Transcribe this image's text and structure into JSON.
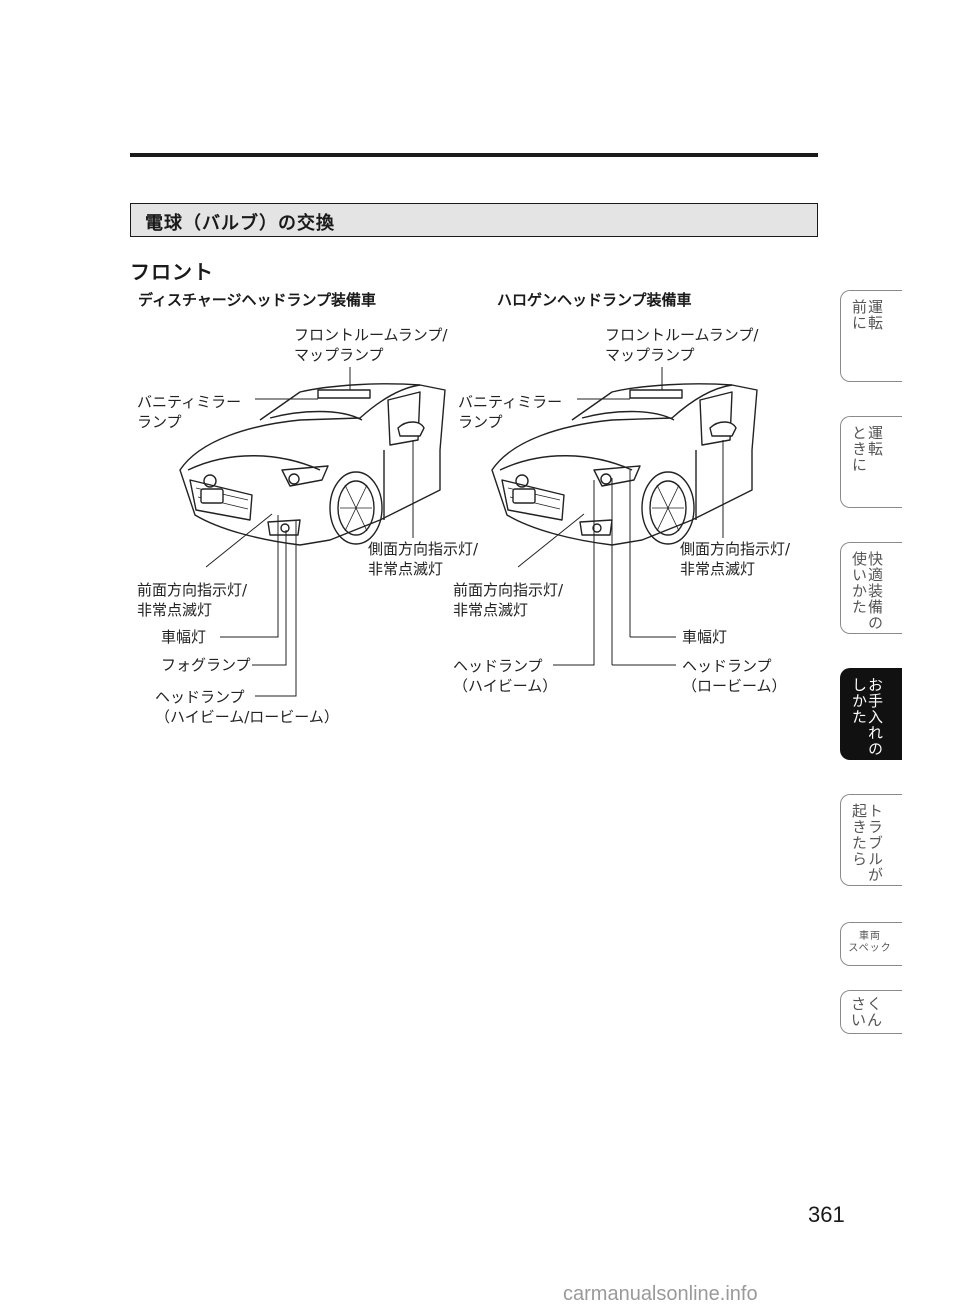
{
  "section_title": "電球（バルブ）の交換",
  "sub_heading": "フロント",
  "left_diagram": {
    "heading": "ディスチャージヘッドランプ装備車",
    "labels": {
      "room_lamp": "フロントルームランプ/\nマップランプ",
      "vanity": "バニティミラー\nランプ",
      "side_turn": "側面方向指示灯/\n非常点滅灯",
      "front_turn": "前面方向指示灯/\n非常点滅灯",
      "position": "車幅灯",
      "fog": "フォグランプ",
      "headlamp": "ヘッドランプ\n（ハイビーム/ロービーム）"
    }
  },
  "right_diagram": {
    "heading": "ハロゲンヘッドランプ装備車",
    "labels": {
      "room_lamp": "フロントルームランプ/\nマップランプ",
      "vanity": "バニティミラー\nランプ",
      "side_turn": "側面方向指示灯/\n非常点滅灯",
      "front_turn": "前面方向指示灯/\n非常点滅灯",
      "position": "車幅灯",
      "high_beam": "ヘッドランプ\n（ハイビーム）",
      "low_beam": "ヘッドランプ\n（ロービーム）"
    }
  },
  "side_tabs": [
    {
      "label": "運転\n前に"
    },
    {
      "label": "運転\nときに"
    },
    {
      "label": "快適装備の\n使いかた"
    },
    {
      "label": "お手入れの\nしかた"
    },
    {
      "label": "トラブルが\n起きたら"
    },
    {
      "label": "車両\nスペック"
    },
    {
      "label": "さく\nいん"
    }
  ],
  "page_number": "361",
  "watermark": "carmanualsonline.info"
}
